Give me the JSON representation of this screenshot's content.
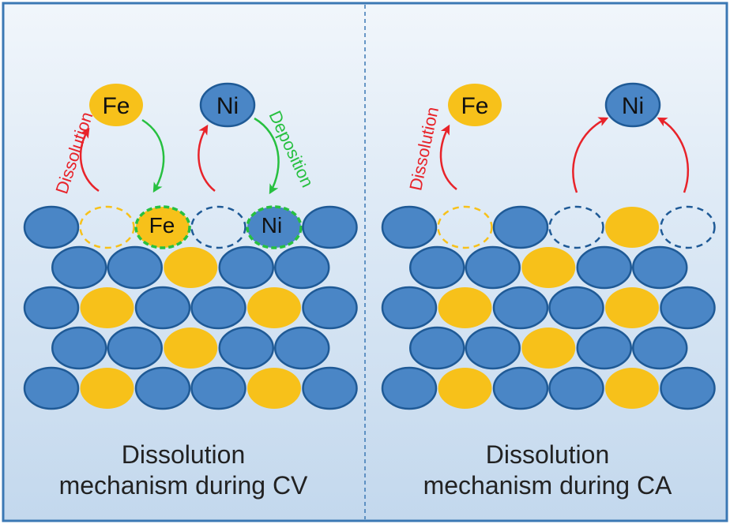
{
  "panels": [
    {
      "id": "cv",
      "caption_line1": "Dissolution",
      "caption_line2": "mechanism during CV",
      "fe_atom_label": "Fe",
      "ni_atom_label": "Ni",
      "left_arrow_label": "Dissolution",
      "right_arrow_label": "Deposition",
      "redeposited_fe_label": "Fe",
      "redeposited_ni_label": "Ni"
    },
    {
      "id": "ca",
      "caption_line1": "Dissolution",
      "caption_line2": "mechanism during CA",
      "fe_atom_label": "Fe",
      "ni_atom_label": "Ni",
      "left_arrow_label": "Dissolution"
    }
  ],
  "colors": {
    "ni": "#4a86c6",
    "ni_outline": "#1f5a96",
    "fe": "#f7c11a",
    "dissolution_arrow": "#e8232a",
    "deposition_arrow": "#27c040",
    "frame": "#3b78b4",
    "background_top": "#eef4fa",
    "background_bottom": "#c4d9ee"
  }
}
